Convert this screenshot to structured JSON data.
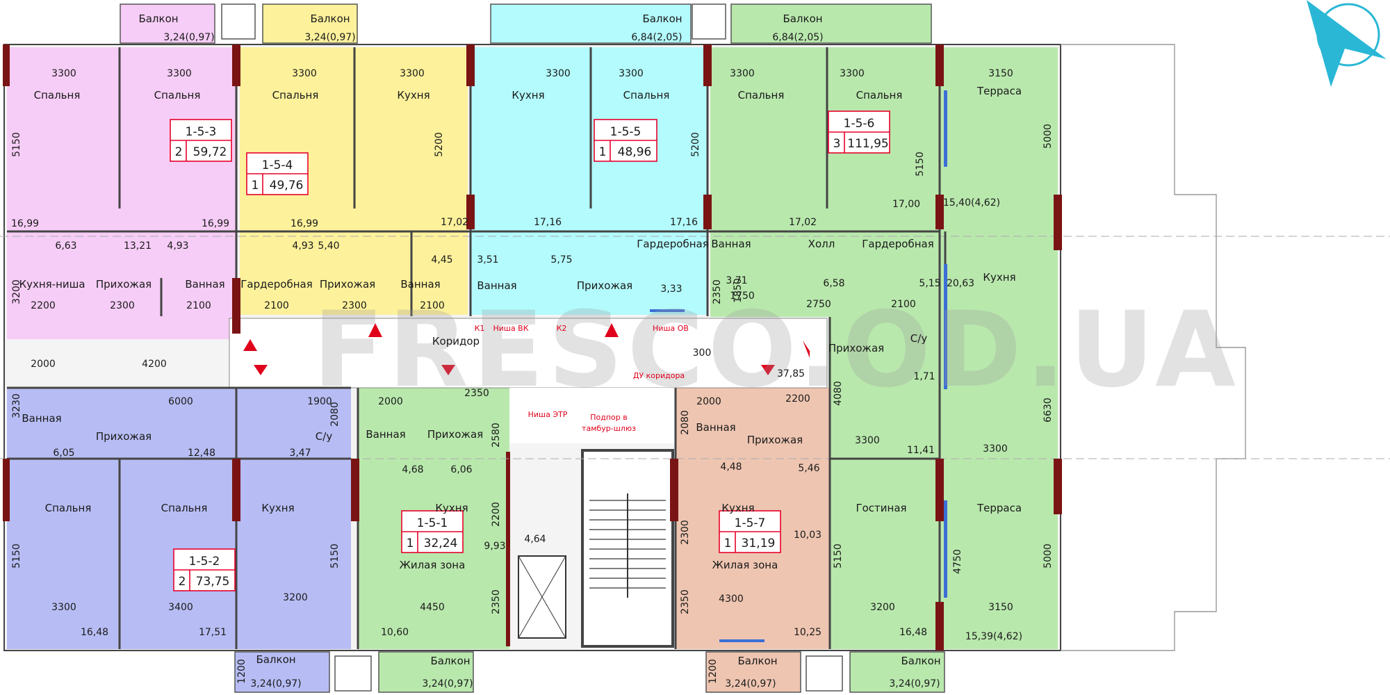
{
  "colors": {
    "pink": "#f6cdf6",
    "yellow": "#fdf19b",
    "cyan": "#b3fbfd",
    "green": "#b9e8ad",
    "blue": "#b7bdf4",
    "peach": "#eec5b1",
    "wall": "#7a1414",
    "card": "#e8002a",
    "corridor": "#ffffff",
    "compass": "#2ab7d6"
  },
  "compass": {
    "icon": "compass-arrow-icon"
  },
  "watermark": "FRESCO.OD.UA",
  "apartments": [
    {
      "id": "1-5-3",
      "rooms": "2",
      "area": "59,72"
    },
    {
      "id": "1-5-4",
      "rooms": "1",
      "area": "49,76"
    },
    {
      "id": "1-5-5",
      "rooms": "1",
      "area": "48,96"
    },
    {
      "id": "1-5-6",
      "rooms": "3",
      "area": "111,95"
    },
    {
      "id": "1-5-2",
      "rooms": "2",
      "area": "73,75"
    },
    {
      "id": "1-5-1",
      "rooms": "1",
      "area": "32,24"
    },
    {
      "id": "1-5-7",
      "rooms": "1",
      "area": "31,19"
    }
  ],
  "labels": {
    "balkon": "Балкон",
    "spalnya": "Спальня",
    "kukhnya": "Кухня",
    "terrasa": "Терраса",
    "kukhnya_nisha": "Кухня-ниша",
    "prikhozhaya": "Прихожая",
    "vannaya": "Ванная",
    "garderobnaya": "Гардеробная",
    "kholl": "Холл",
    "su": "С/у",
    "koridor": "Коридор",
    "gostinaya": "Гостиная",
    "zhilaya": "Жилая зона"
  },
  "tags": {
    "k1": "К1",
    "k2": "К2",
    "nisha_vk": "Ниша ВК",
    "nisha_ov": "Ниша ОВ",
    "du": "ДУ коридора",
    "nisha_etr": "Ниша ЭТР",
    "podpor1": "Подпор в",
    "podpor2": "тамбур-шлюз"
  },
  "dims": {
    "b1": "3,24(0,97)",
    "b2": "3,24(0,97)",
    "b3": "6,84(2,05)",
    "b4": "6,84(2,05)",
    "b5": "3,24(0,97)",
    "b6": "3,24(0,97)",
    "b7": "3,24(0,97)",
    "b8": "3,24(0,97)",
    "t1": "15,40(4,62)",
    "t2": "15,39(4,62)",
    "w3300": "3300",
    "w3150": "3150",
    "w3400": "3400",
    "w3200": "3200",
    "w6000": "6000",
    "w4200": "4200",
    "w2300": "2300",
    "w2200": "2200",
    "w2100": "2100",
    "w2000": "2000",
    "w1900": "1900",
    "w4450": "4450",
    "w4300": "4300",
    "w2750": "2750",
    "w1750": "1750",
    "w2350": "2350",
    "w300": "300",
    "h5150": "5150",
    "h5200": "5200",
    "h5000": "5000",
    "h3200": "3200",
    "h3230": "3230",
    "h2080": "2080",
    "h2580": "2580",
    "h2200": "2200",
    "h2350": "2350",
    "h1850": "1850",
    "h4080": "4080",
    "h6630": "6630",
    "h4750": "4750",
    "h2300": "2300",
    "h1200": "1200"
  },
  "areas": {
    "a1699": "16,99",
    "a663": "6,63",
    "a1321": "13,21",
    "a493": "4,93",
    "a1702": "17,02",
    "a540": "5,40",
    "a445": "4,45",
    "a1716": "17,16",
    "a351": "3,51",
    "a575": "5,75",
    "a333": "3,33",
    "a371": "3,71",
    "a658": "6,58",
    "a1700": "17,00",
    "a515": "5,15",
    "a2063": "20,63",
    "a171": "1,71",
    "a3785": "37,85",
    "a1141": "11,41",
    "a605": "6,05",
    "a1248": "12,48",
    "a347": "3,47",
    "a1648": "16,48",
    "a1751": "17,51",
    "a468": "4,68",
    "a606": "6,06",
    "a993": "9,93",
    "a1060": "10,60",
    "a464": "4,64",
    "a448": "4,48",
    "a546": "5,46",
    "a1003": "10,03",
    "a1025": "10,25"
  }
}
